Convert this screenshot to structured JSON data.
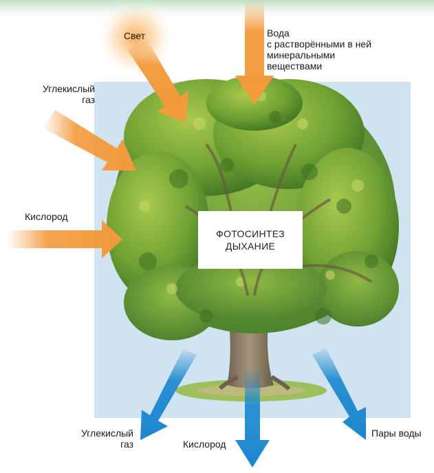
{
  "diagram": {
    "center_labels": [
      "ФОТОСИНТЕЗ",
      "ДЫХАНИЕ"
    ],
    "inputs": [
      {
        "id": "light",
        "label": "Свет"
      },
      {
        "id": "water",
        "label": "Вода\nс растворёнными в ней\nминеральными\nвеществами"
      },
      {
        "id": "co2_in",
        "label": "Углекислый\nгаз"
      },
      {
        "id": "o2_in",
        "label": "Кислород"
      }
    ],
    "outputs": [
      {
        "id": "co2_out",
        "label": "Углекислый\nгаз"
      },
      {
        "id": "o2_out",
        "label": "Кислород"
      },
      {
        "id": "vapor_out",
        "label": "Пары воды"
      }
    ]
  },
  "colors": {
    "input_arrow": "#f39a3c",
    "output_arrow": "#1a86cf",
    "background_panel": "#cfe3f1",
    "foliage": "#5f9a2e",
    "trunk": "#8a7a62"
  }
}
